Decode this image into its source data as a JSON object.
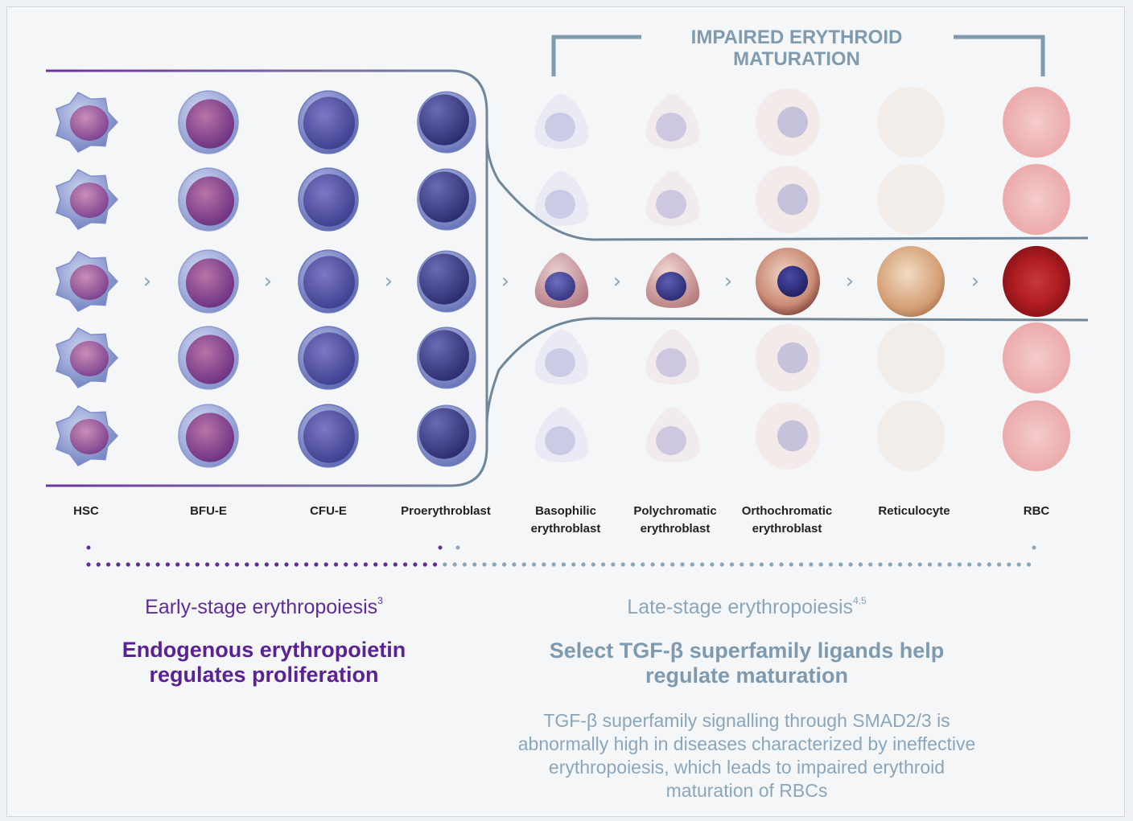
{
  "header": {
    "impaired_line1": "IMPAIRED ERYTHROID",
    "impaired_line2": "MATURATION"
  },
  "stages": [
    {
      "line1": "HSC",
      "line2": ""
    },
    {
      "line1": "BFU-E",
      "line2": ""
    },
    {
      "line1": "CFU-E",
      "line2": ""
    },
    {
      "line1": "Proerythroblast",
      "line2": ""
    },
    {
      "line1": "Basophilic",
      "line2": "erythroblast"
    },
    {
      "line1": "Polychromatic",
      "line2": "erythroblast"
    },
    {
      "line1": "Orthochromatic",
      "line2": "erythroblast"
    },
    {
      "line1": "Reticulocyte",
      "line2": ""
    },
    {
      "line1": "RBC",
      "line2": ""
    }
  ],
  "early": {
    "title": "Early-stage erythropoiesis",
    "ref": "3",
    "subhead_line1": "Endogenous erythropoietin",
    "subhead_line2": "regulates proliferation"
  },
  "late": {
    "title": "Late-stage erythropoiesis",
    "ref": "4,5",
    "subhead_line1": "Select TGF-β superfamily ligands help",
    "subhead_line2": "regulate maturation",
    "body": "TGF-β superfamily signalling through SMAD2/3 is abnormally high in diseases characterized by ineffective erythropoiesis, which leads to impaired erythroid maturation of RBCs"
  },
  "colors": {
    "early_purple": "#5f2d97",
    "late_blue": "#8aa6bb",
    "bracket_blue": "#7f9bb0",
    "outline_blue": "#6f8799"
  },
  "arrow_glyph": "›"
}
